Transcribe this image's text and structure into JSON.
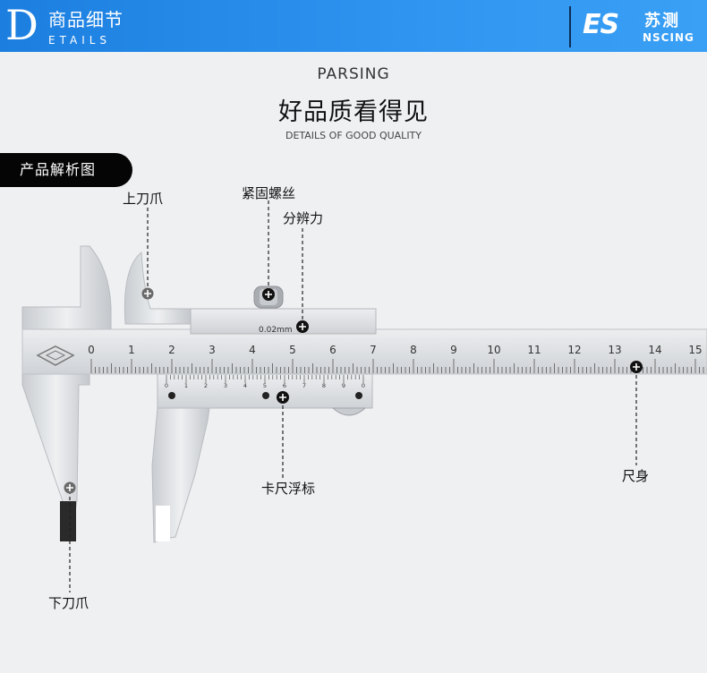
{
  "header": {
    "initial": "D",
    "title_cn": "商品细节",
    "title_en": "ETAILS",
    "logo_mark": "ES",
    "brand_cn": "苏测",
    "brand_en": "NSCING"
  },
  "section": {
    "subtitle_en": "PARSING",
    "title_cn": "好品质看得见",
    "title_en_small": "DETAILS OF GOOD QUALITY"
  },
  "pill_label": "产品解析图",
  "caliper": {
    "main_scale_numbers": [
      "0",
      "1",
      "2",
      "3",
      "4",
      "5",
      "6",
      "7",
      "8",
      "9",
      "10",
      "11",
      "12",
      "13",
      "14",
      "15"
    ],
    "vernier_numbers": [
      "0",
      "1",
      "2",
      "3",
      "4",
      "5",
      "6",
      "7",
      "8",
      "9",
      "0"
    ],
    "resolution_text": "0.02mm"
  },
  "annotations": {
    "upper_jaw": "上刀爪",
    "lock_screw": "紧固螺丝",
    "resolution": "分辨力",
    "vernier": "卡尺浮标",
    "main_beam": "尺身",
    "lower_jaw": "下刀爪"
  },
  "colors": {
    "banner": "#2f95f0",
    "pill": "#050505",
    "background": "#eff0f2",
    "steel": "#dcdee1"
  }
}
